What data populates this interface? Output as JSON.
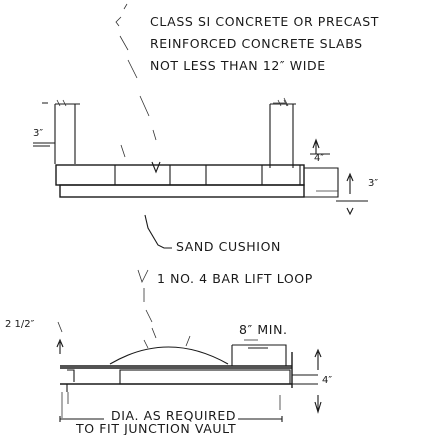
{
  "notes": {
    "class_line1": "CLASS SI CONCRETE OR PRECAST",
    "class_line2": "REINFORCED CONCRETE SLABS",
    "class_line3": "NOT LESS THAN 12″ WIDE",
    "sand_cushion": "SAND CUSHION",
    "lift_loop": "1  NO. 4 BAR LIFT LOOP",
    "min_8": "8″ MIN.",
    "dia_line1": "DIA. AS REQUIRED",
    "dia_line2": "TO FIT JUNCTION VAULT"
  },
  "dimensions": {
    "d_3_left": "3″",
    "d_4_top": "4″",
    "d_3_right": "3″",
    "d_2half": "2 1/2″",
    "d_4_bottom": "4″"
  }
}
